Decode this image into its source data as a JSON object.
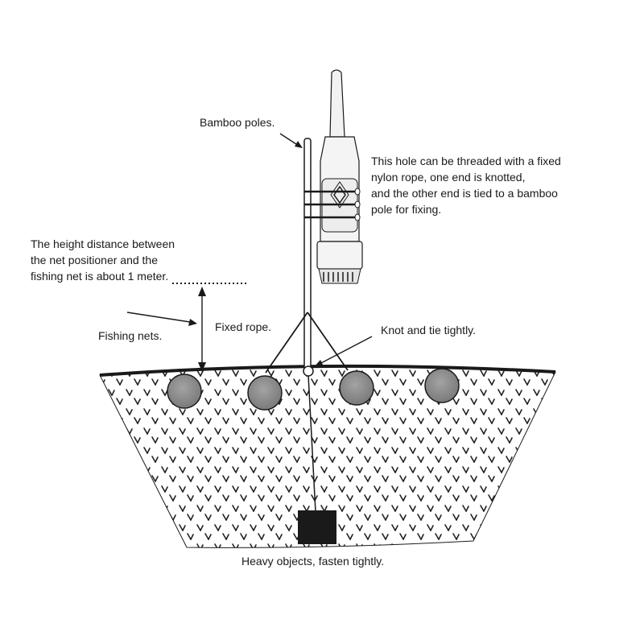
{
  "labels": {
    "bamboo_poles": "Bamboo poles.",
    "hole_note": [
      "This hole can be threaded with a fixed",
      "nylon rope, one end is knotted,",
      "and the other end is tied to a bamboo",
      "pole for fixing."
    ],
    "height_note": [
      "The height distance between",
      "the net positioner and the",
      "fishing net is about 1 meter."
    ],
    "fishing_nets": "Fishing nets.",
    "fixed_rope": "Fixed rope.",
    "knot": "Knot and tie tightly.",
    "heavy_objects": "Heavy objects, fasten tightly."
  },
  "colors": {
    "ink": "#1a1a1a",
    "float": "#8c8c8c",
    "device_body": "#f2f2f2",
    "weight": "#1a1a1a"
  }
}
